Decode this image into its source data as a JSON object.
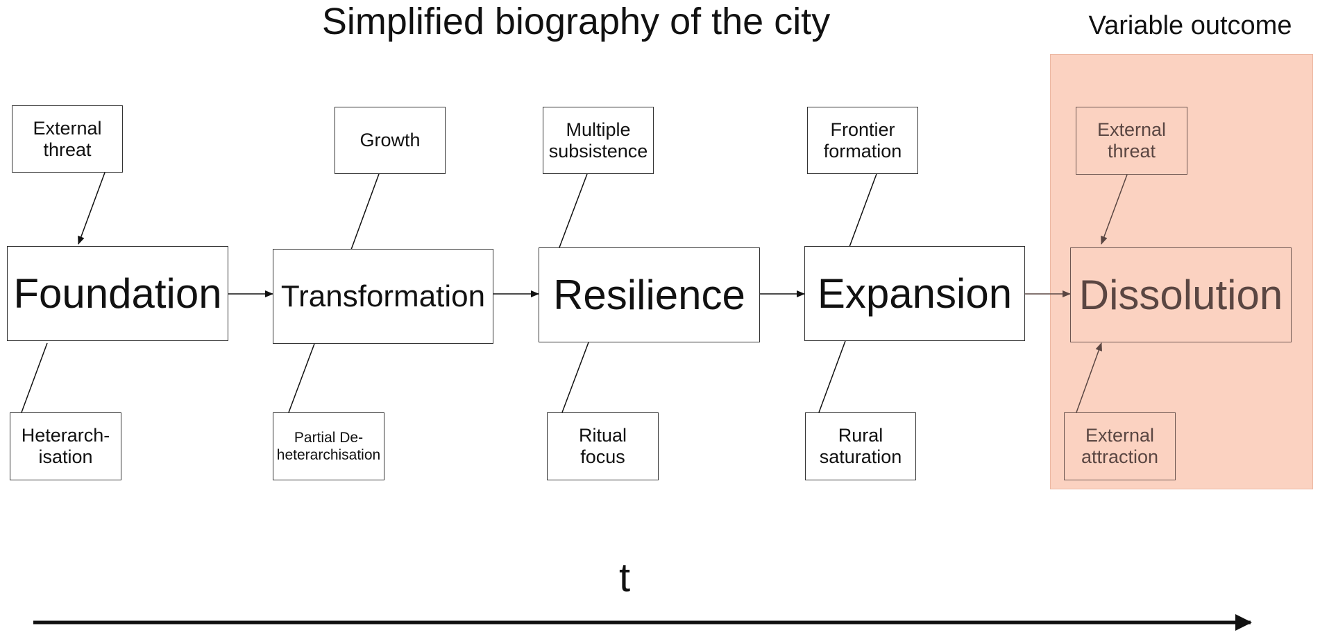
{
  "title": "Simplified biography of the city",
  "outcome_label": "Variable outcome",
  "time_label": "t",
  "stages": [
    "Foundation",
    "Transformation",
    "Resilience",
    "Expansion",
    "Dissolution"
  ],
  "drivers_above": [
    "External\nthreat",
    "Growth",
    "Multiple\nsubsistence",
    "Frontier\nformation",
    "External\nthreat"
  ],
  "drivers_below": [
    "Heterarch-\nisation",
    "Partial De-\nheterarchisation",
    "Ritual\nfocus",
    "Rural\nsaturation",
    "External\nattraction"
  ],
  "colors": {
    "outcome_panel": "#fbd2c1",
    "outcome_text": "#5a4642"
  }
}
